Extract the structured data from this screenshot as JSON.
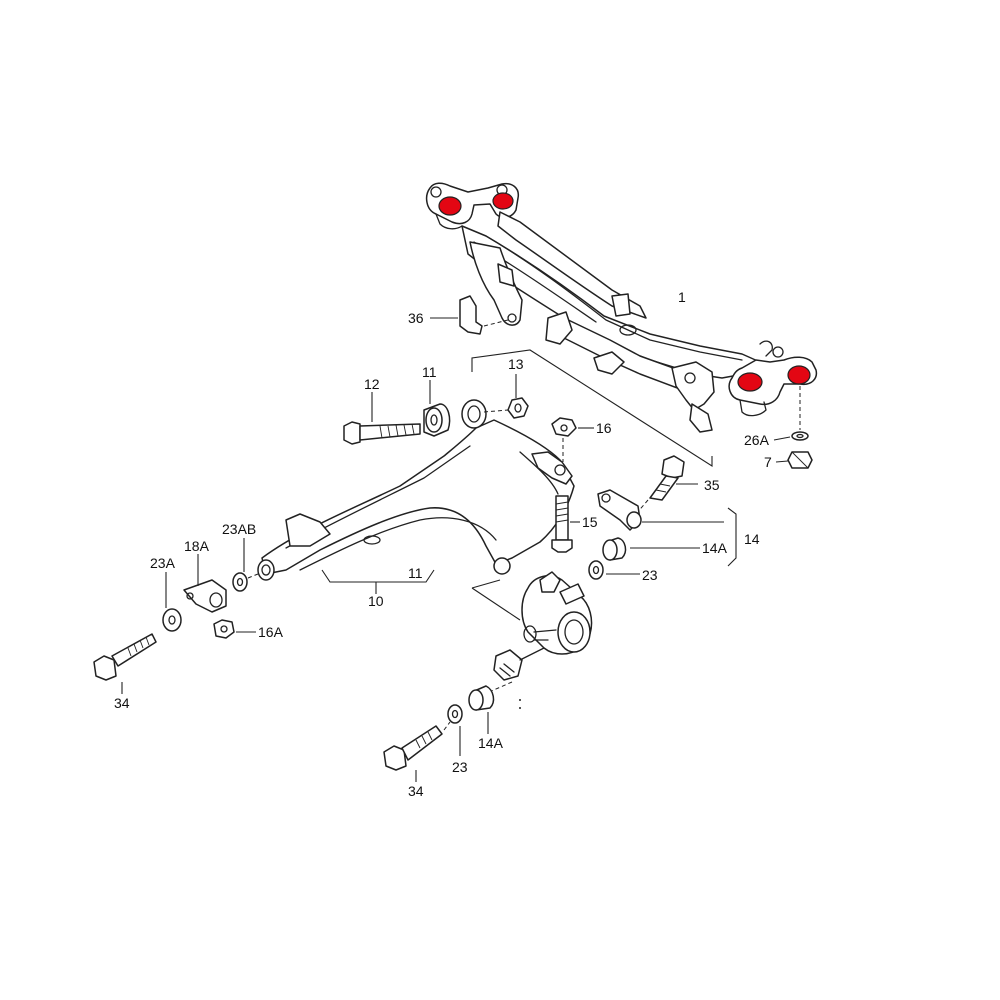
{
  "colors": {
    "bushing_highlight": "#e30613",
    "line": "#222222",
    "background": "#ffffff"
  },
  "labels": {
    "subframe": "1",
    "bushing_11": "11",
    "bolt_12": "12",
    "nut_13": "13",
    "nut_16": "16",
    "washer_7": "7",
    "washer_26a": "26A",
    "bolt_35": "35",
    "group_14": "14",
    "bushing_14a_upper": "14A",
    "bushing_14a_lower": "14A",
    "bolt_15": "15",
    "washer_23_upper": "23",
    "washer_23_lower": "23",
    "bracket_36": "36",
    "control_arm_10": "10",
    "bushing_11_lower": "11",
    "clamp_18a": "18A",
    "washer_23ab": "23AB",
    "washer_23a": "23A",
    "nut_16a": "16A",
    "bolt_34_left": "34",
    "bolt_34_lower": "34"
  }
}
